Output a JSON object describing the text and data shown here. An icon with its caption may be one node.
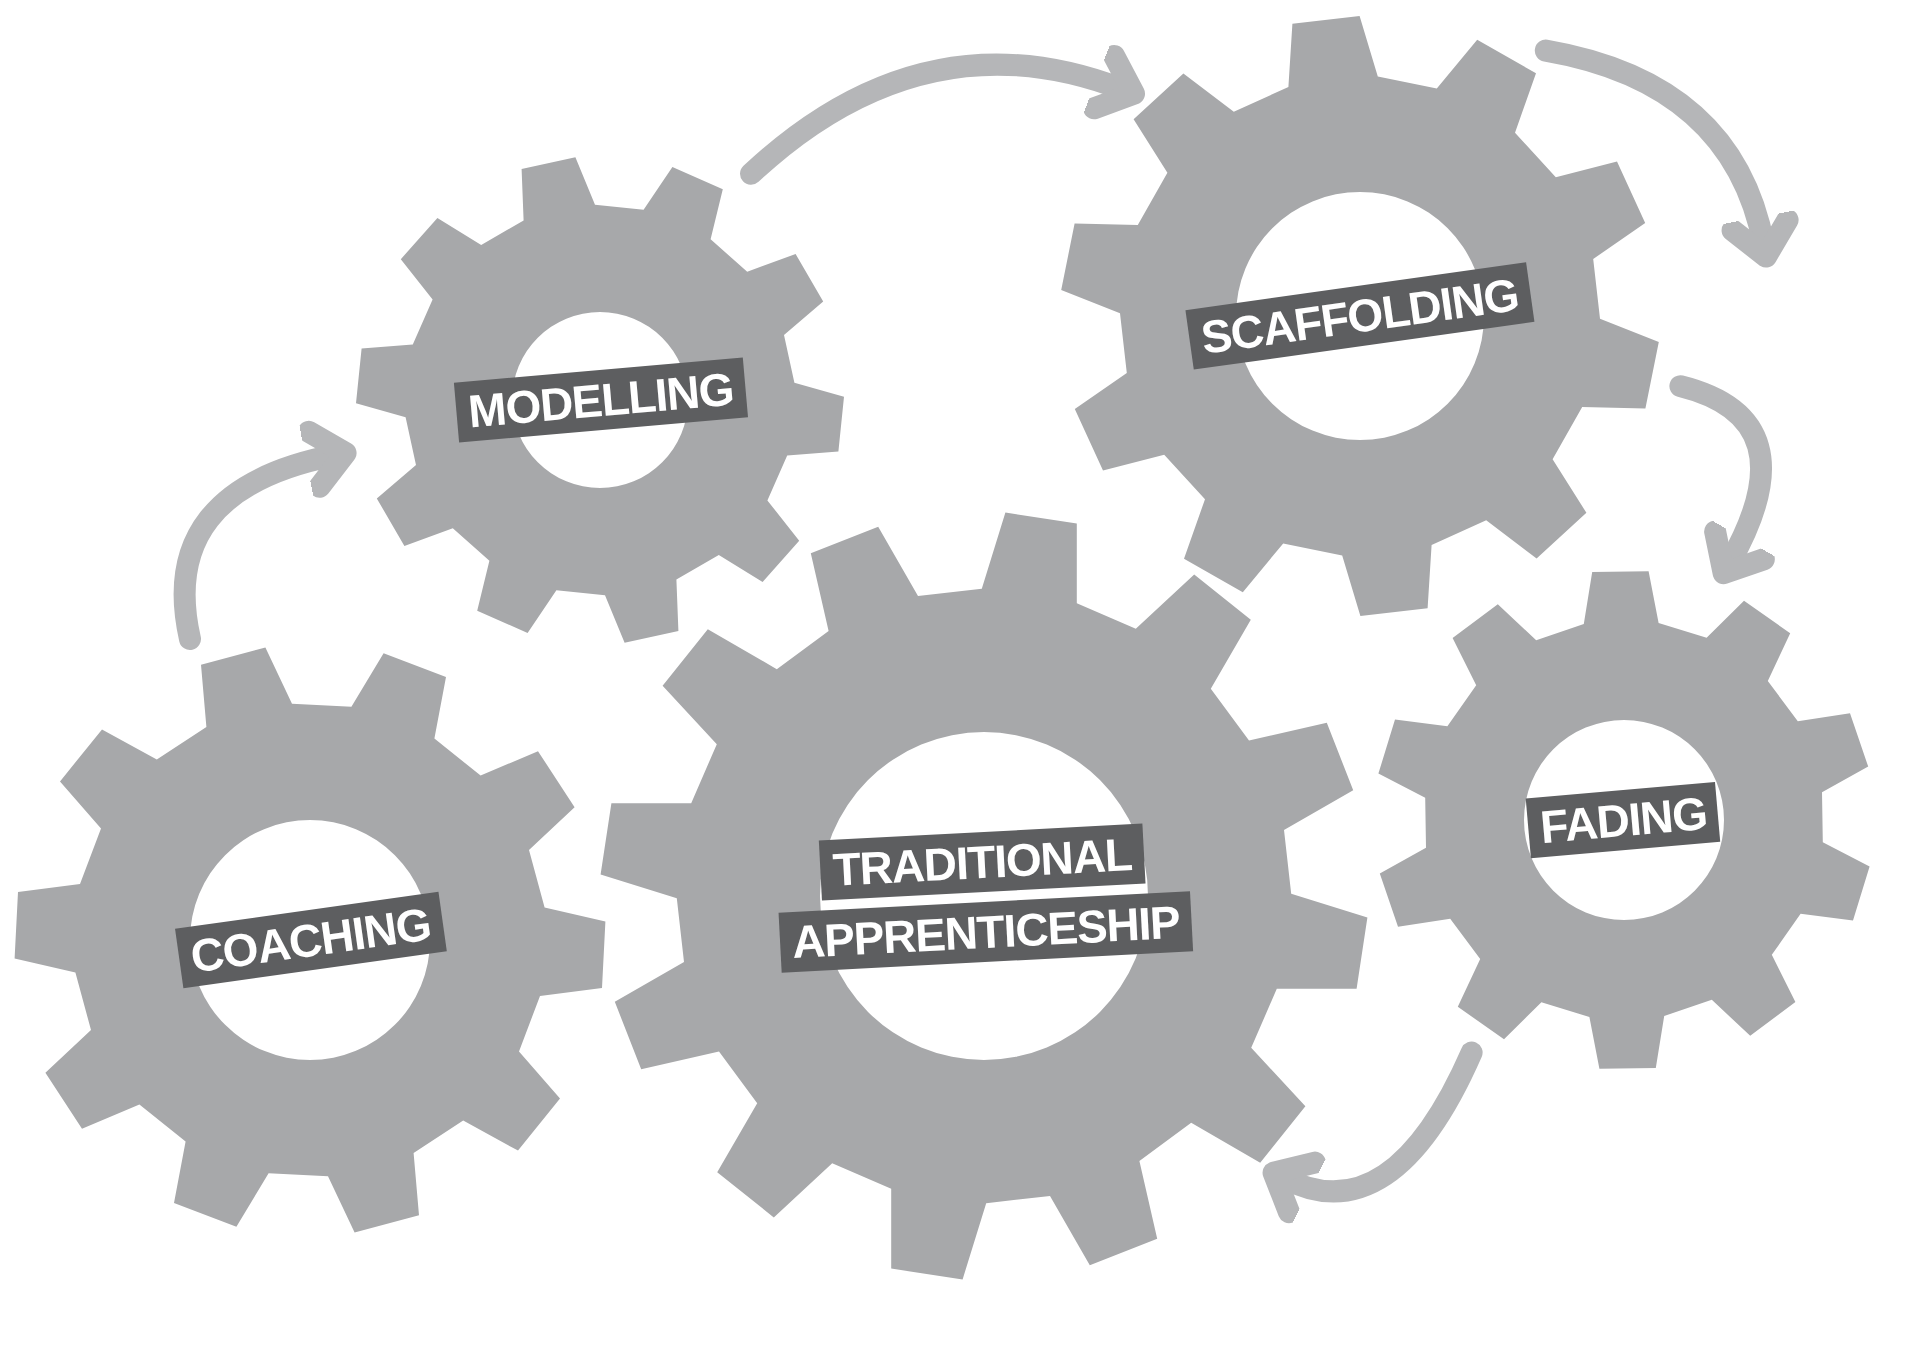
{
  "diagram": {
    "nodes": [
      {
        "text": [
          "MODELLING"
        ]
      },
      {
        "text": [
          "SCAFFOLDING"
        ]
      },
      {
        "text": [
          "COACHING"
        ]
      },
      {
        "text": [
          "TRADITIONAL APPRENTICESHIP"
        ]
      },
      {
        "text": [
          "FADING"
        ]
      }
    ],
    "edges": [
      {
        "from": 2,
        "to": 0,
        "arrow": "to"
      },
      {
        "from": 0,
        "to": 1,
        "arrow": "to"
      },
      {
        "from": 1,
        "to": null,
        "arrow": "to"
      },
      {
        "from": 1,
        "to": 4,
        "arrow": "to"
      },
      {
        "from": 4,
        "to": 3,
        "arrow": "to"
      }
    ]
  }
}
